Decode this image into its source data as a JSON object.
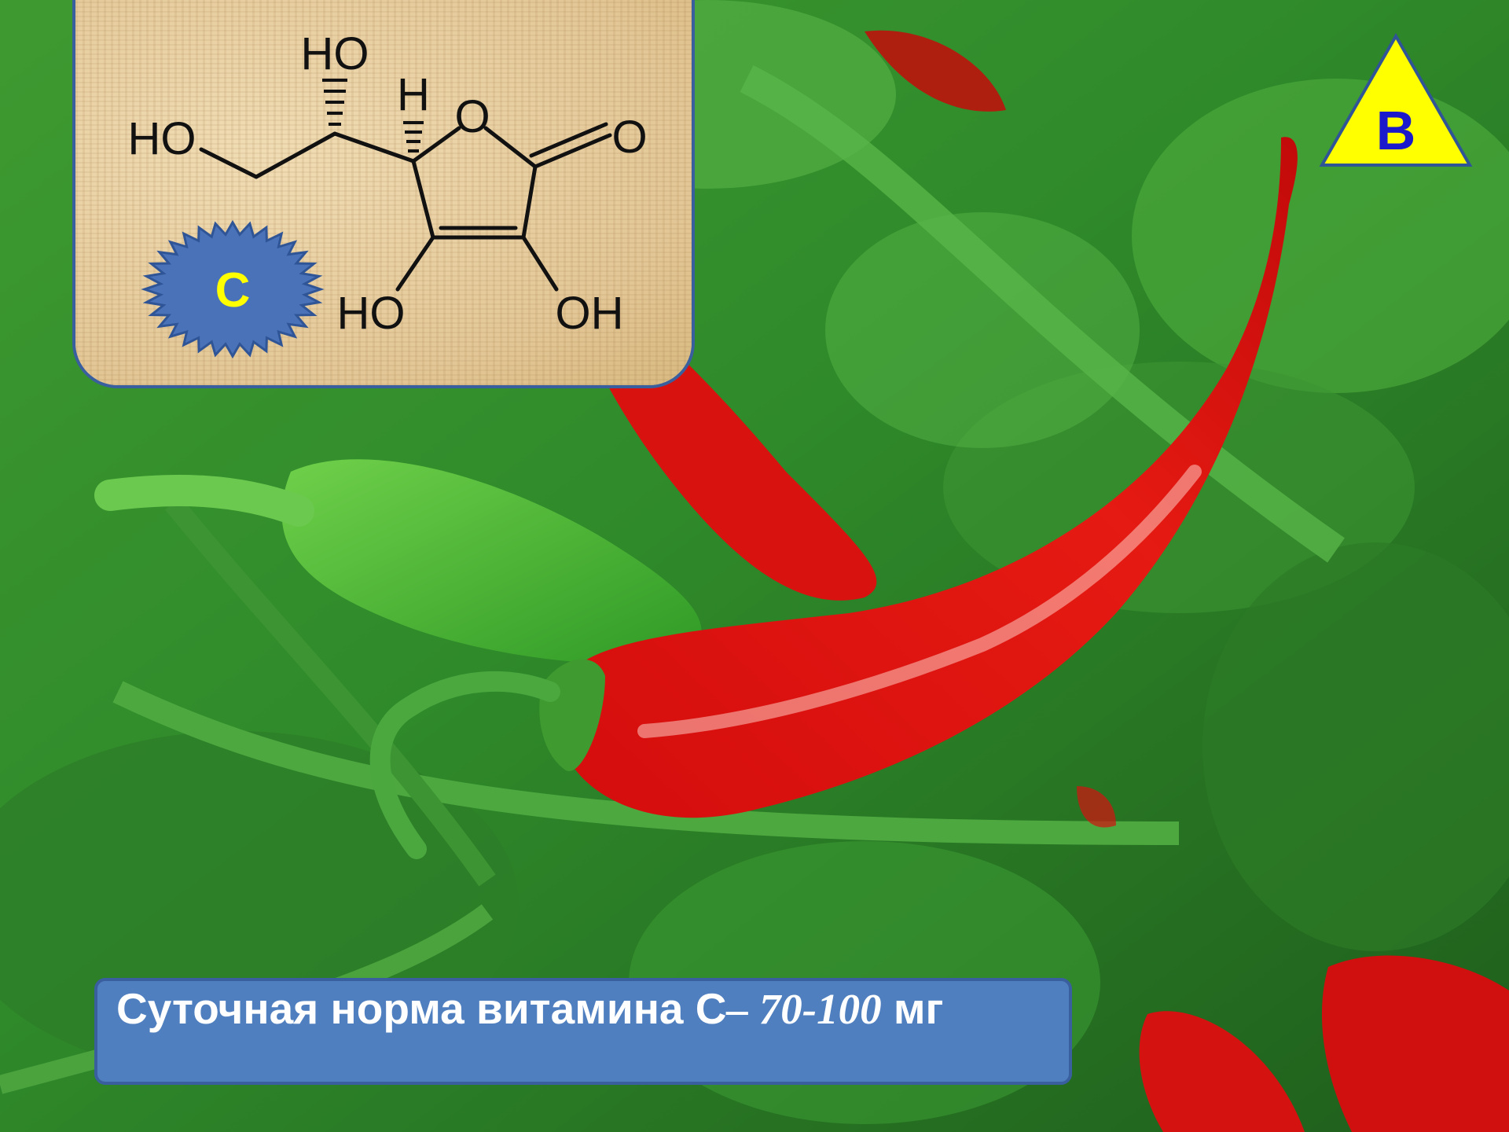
{
  "slide": {
    "background_icon": "chili-pepper-photo",
    "formula": {
      "atoms": {
        "ho_top": "HO",
        "h_top": "H",
        "ho_left": "HO",
        "o_ring": "O",
        "o_carbonyl": "O",
        "ho_bottom": "HO",
        "oh_bottom": "OH"
      },
      "badge_label": "C",
      "badge_color": "#4a72b8",
      "badge_text_color": "#ffff00"
    },
    "nav_button": {
      "label": "B",
      "fill": "#ffff00",
      "text_color": "#1a1acc"
    },
    "caption": {
      "text_main": "Суточная норма витамина С",
      "text_value": "– 70-100",
      "text_unit": "мг"
    }
  }
}
